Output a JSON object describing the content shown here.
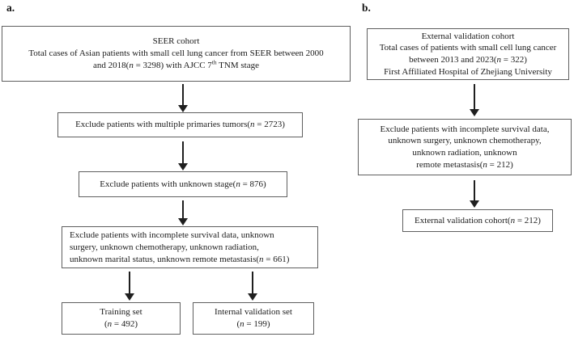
{
  "figure": {
    "panel_a": {
      "label": "a.",
      "boxes": {
        "seer_cohort": {
          "lines": [
            "SEER cohort",
            "Total cases of Asian patients with small cell lung cancer from SEER between 2000",
            "and 2018(*n* = 3298) with AJCC 7^th^ TNM stage"
          ]
        },
        "exclude_multiple_primaries": {
          "lines": [
            "Exclude patients with multiple primaries tumors(*n* = 2723)"
          ]
        },
        "exclude_unknown_stage": {
          "lines": [
            "Exclude patients with unknown stage(*n* = 876)"
          ]
        },
        "exclude_incomplete": {
          "lines": [
            "Exclude patients with incomplete survival data, unknown",
            "surgery, unknown chemotherapy, unknown radiation,",
            "unknown marital status, unknown remote metastasis(*n* = 661)"
          ]
        },
        "training_set": {
          "lines": [
            "Training set",
            "(*n* = 492)"
          ]
        },
        "internal_validation_set": {
          "lines": [
            "Internal validation set",
            "(*n* = 199)"
          ]
        }
      }
    },
    "panel_b": {
      "label": "b.",
      "boxes": {
        "external_cohort": {
          "lines": [
            "External validation cohort",
            "Total cases of patients with small cell lung cancer",
            "between 2013 and 2023(*n* = 322)",
            "First Affiliated Hospital of Zhejiang University"
          ]
        },
        "exclude_incomplete": {
          "lines": [
            "Exclude patients with incomplete survival data,",
            "unknown surgery, unknown chemotherapy,",
            "unknown radiation, unknown",
            "remote metastasis(*n* = 212)"
          ]
        },
        "external_validation_final": {
          "lines": [
            "External validation cohort(*n* = 212)"
          ]
        }
      }
    }
  }
}
